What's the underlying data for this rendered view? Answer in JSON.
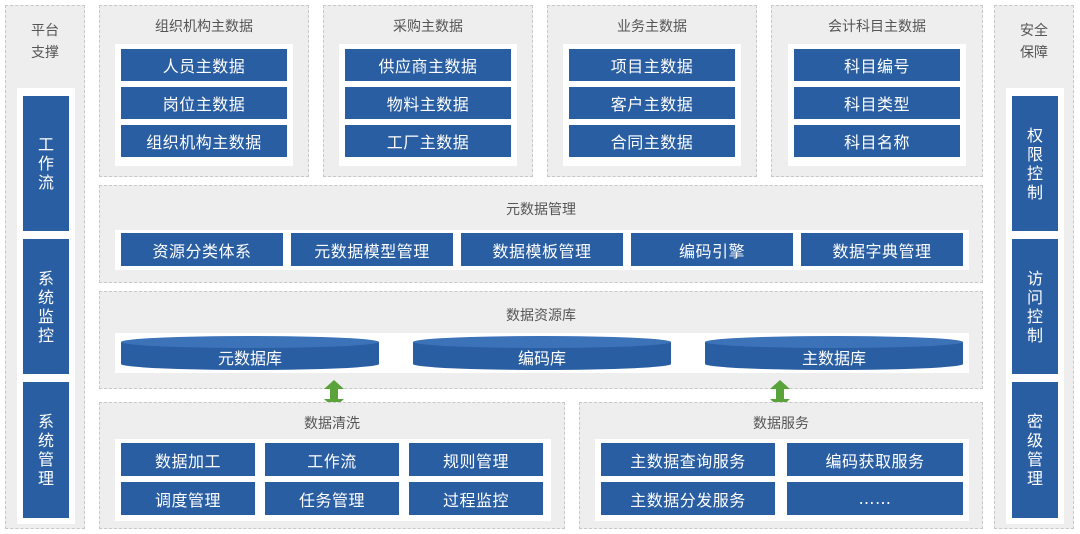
{
  "left": {
    "title_lines": [
      "平台",
      "支撑"
    ],
    "items": [
      "工作流",
      "系统监控",
      "系统管理"
    ]
  },
  "right": {
    "title_lines": [
      "安全",
      "保障"
    ],
    "items": [
      "权限控制",
      "访问控制",
      "密级管理"
    ]
  },
  "top_groups": [
    {
      "title": "组织机构主数据",
      "items": [
        "人员主数据",
        "岗位主数据",
        "组织机构主数据"
      ]
    },
    {
      "title": "采购主数据",
      "items": [
        "供应商主数据",
        "物料主数据",
        "工厂主数据"
      ]
    },
    {
      "title": "业务主数据",
      "items": [
        "项目主数据",
        "客户主数据",
        "合同主数据"
      ]
    },
    {
      "title": "会计科目主数据",
      "items": [
        "科目编号",
        "科目类型",
        "科目名称"
      ]
    }
  ],
  "metadata": {
    "title": "元数据管理",
    "items": [
      "资源分类体系",
      "元数据模型管理",
      "数据模板管理",
      "编码引擎",
      "数据字典管理"
    ]
  },
  "repository": {
    "title": "数据资源库",
    "items": [
      "元数据库",
      "编码库",
      "主数据库"
    ]
  },
  "cleaning": {
    "title": "数据清洗",
    "items": [
      "数据加工",
      "工作流",
      "规则管理",
      "调度管理",
      "任务管理",
      "过程监控"
    ]
  },
  "service": {
    "title": "数据服务",
    "items": [
      "主数据查询服务",
      "编码获取服务",
      "主数据分发服务",
      "……"
    ]
  },
  "colors": {
    "box": "#2a5ea3",
    "panel": "#eeeeee",
    "arrow": "#5aa23a"
  }
}
